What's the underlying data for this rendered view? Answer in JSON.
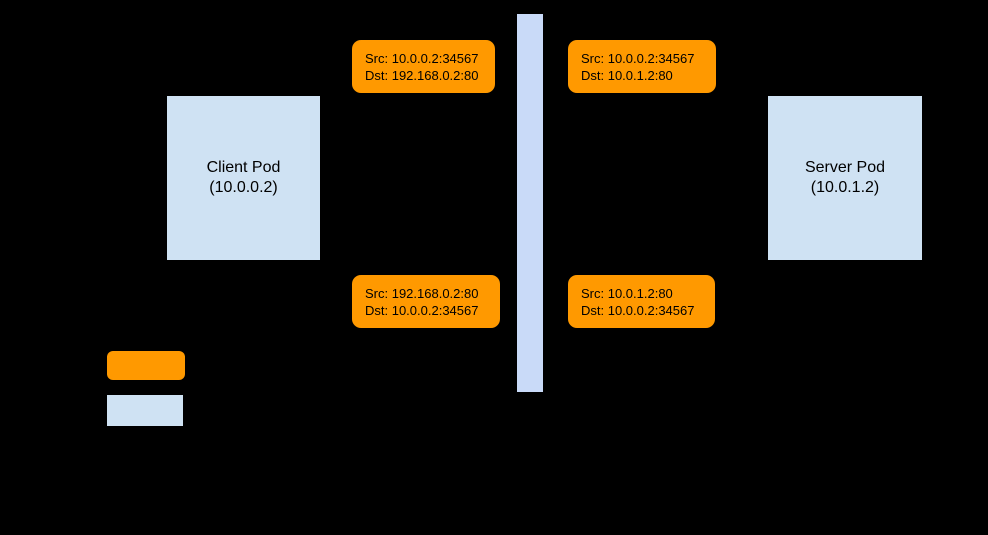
{
  "pods": {
    "client": {
      "title": "Client Pod",
      "subtitle": "(10.0.0.2)"
    },
    "server": {
      "title": "Server Pod",
      "subtitle": "(10.0.1.2)"
    }
  },
  "packets": {
    "top_left": {
      "src": "Src: 10.0.0.2:34567",
      "dst": "Dst: 192.168.0.2:80"
    },
    "top_right": {
      "src": "Src: 10.0.0.2:34567",
      "dst": "Dst: 10.0.1.2:80"
    },
    "bottom_left": {
      "src": "Src: 192.168.0.2:80",
      "dst": "Dst: 10.0.0.2:34567"
    },
    "bottom_right": {
      "src": "Src: 10.0.1.2:80",
      "dst": "Dst: 10.0.0.2:34567"
    }
  },
  "legend": {
    "packet_swatch_color": "#ff9900",
    "pod_swatch_color": "#cfe2f3"
  },
  "colors": {
    "background": "#000000",
    "packet_fill": "#ff9900",
    "pod_fill": "#cfe2f3",
    "divider_fill": "#c9daf8",
    "text": "#000000"
  }
}
